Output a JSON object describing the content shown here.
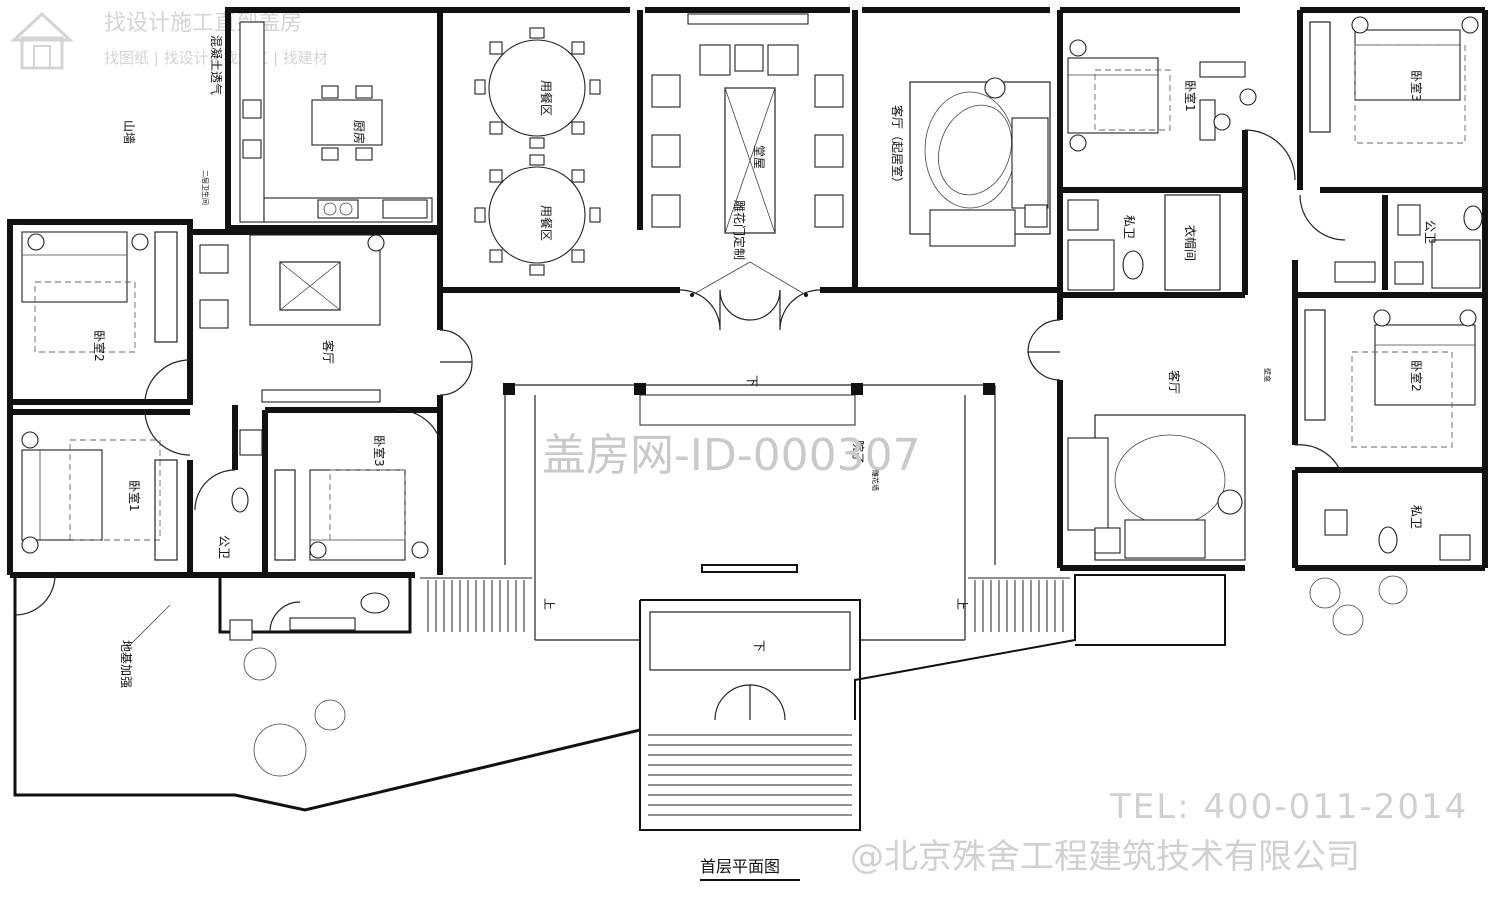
{
  "watermark": {
    "logo_text": "找设计施工直到盖房",
    "logo_sub": "找图纸 | 找设计 | 找施工 | 找建材",
    "id": "盖房网-ID-000307",
    "tel": "TEL: 400-011-2014",
    "company": "@北京殊舍工程建筑技术有限公司"
  },
  "title": "首层平面图",
  "rooms": {
    "kitchen": "厨房",
    "dining_1": "用餐区",
    "dining_2": "用餐区",
    "hall": "堂屋",
    "living_center": "客厅（起居室）",
    "bed1_r": "卧室1",
    "bed3_r": "卧室3",
    "private_bath_a": "私卫",
    "cloakroom": "衣帽间",
    "public_bath_r": "公卫",
    "living_left": "客厅",
    "bed2_l": "卧室2",
    "bed1_l": "卧室1",
    "bed3_l": "卧室3",
    "public_bath_l": "公卫",
    "yard": "院子",
    "living_right": "客厅",
    "bed2_r": "卧室2",
    "private_bath_b": "私卫"
  },
  "annotations": {
    "gable": "山墙",
    "concrete": "混凝土透气",
    "foundation": "地基加强",
    "stairs_down_1": "下",
    "stairs_down_2": "下",
    "stairs_up_1": "上",
    "stairs_up_2": "上",
    "carved_door": "雕花门定制",
    "small_note_a": "二层卫生间",
    "small_note_b": "雕花墙",
    "small_note_c": "壁龛"
  }
}
